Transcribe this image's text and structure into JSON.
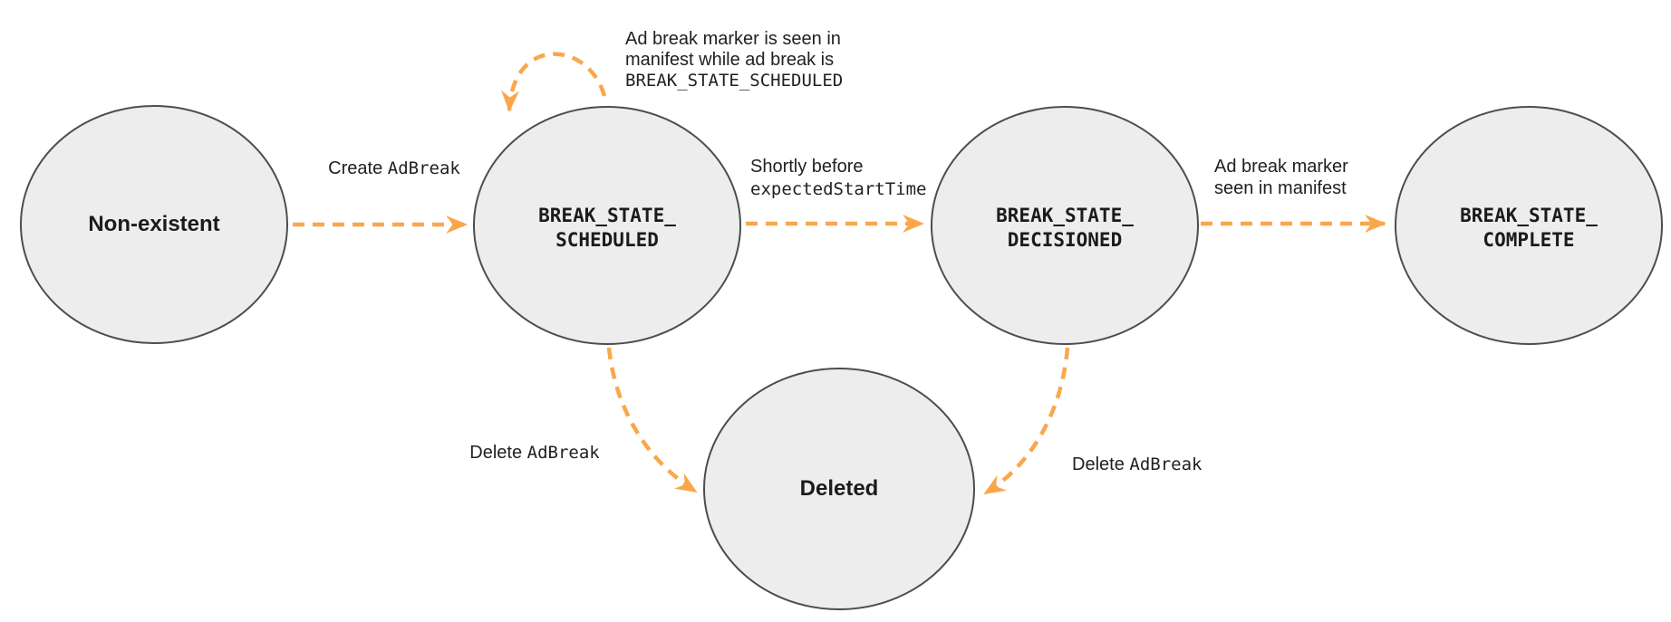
{
  "colors": {
    "arrow": "#FAA74B",
    "node_fill": "#EDEDED",
    "node_border": "#4D4D4D",
    "text": "#1B1B1B"
  },
  "states": {
    "non_existent": {
      "label": "Non-existent"
    },
    "scheduled": {
      "line1": "BREAK_STATE_",
      "line2": "SCHEDULED"
    },
    "decisioned": {
      "line1": "BREAK_STATE_",
      "line2": "DECISIONED"
    },
    "complete": {
      "line1": "BREAK_STATE_",
      "line2": "COMPLETE"
    },
    "deleted": {
      "label": "Deleted"
    }
  },
  "transitions": {
    "create": {
      "text": "Create ",
      "code": "AdBreak"
    },
    "self_loop": {
      "line1": "Ad break marker is seen in",
      "line2": "manifest while ad break is",
      "code": "BREAK_STATE_SCHEDULED"
    },
    "to_decisioned": {
      "line1": "Shortly before",
      "code": "expectedStartTime"
    },
    "to_complete": {
      "line1": "Ad break marker",
      "line2": "seen in manifest"
    },
    "delete_from_scheduled": {
      "text": "Delete ",
      "code": "AdBreak"
    },
    "delete_from_decisioned": {
      "text": "Delete ",
      "code": "AdBreak"
    }
  }
}
